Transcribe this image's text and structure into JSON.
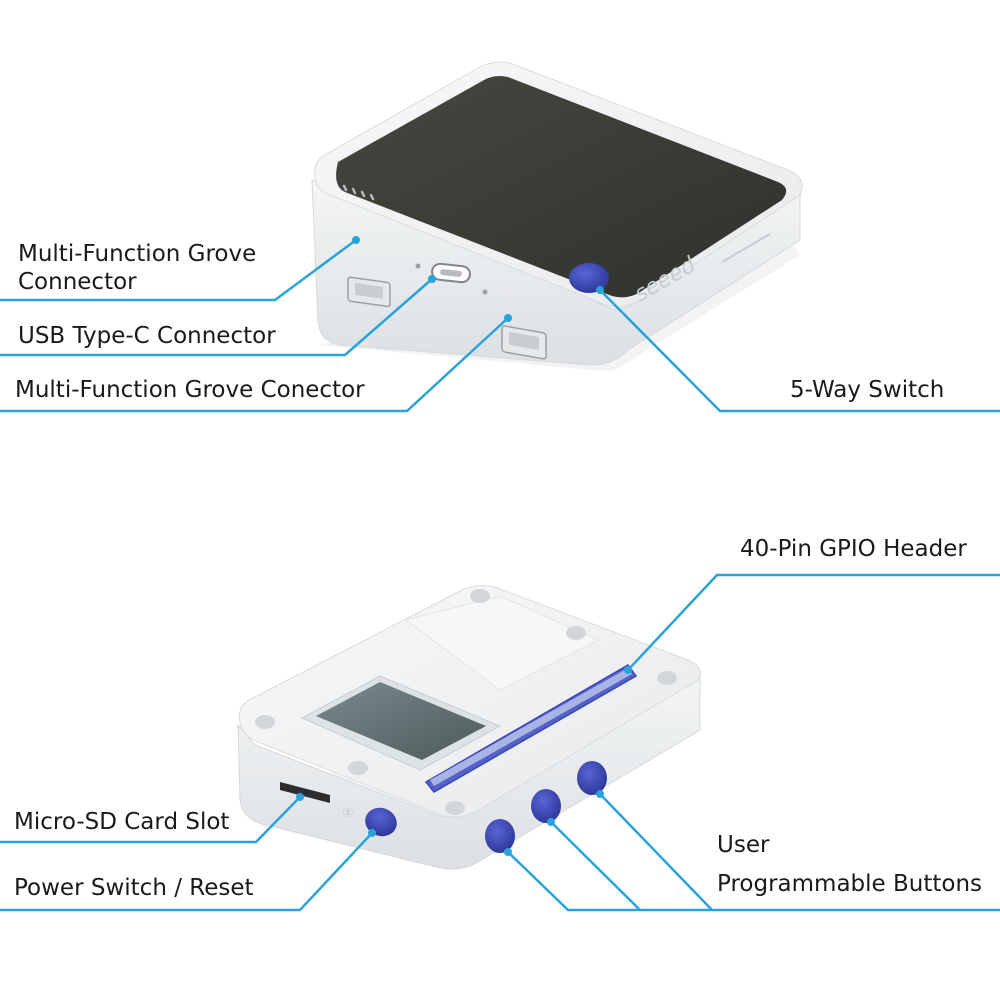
{
  "labels": {
    "grove_top": [
      "Multi-Function Grove",
      "Connector"
    ],
    "usb_c": "USB Type-C Connector",
    "grove_bottom": "Multi-Function Grove Conector",
    "five_way": "5-Way Switch",
    "gpio": "40-Pin GPIO Header",
    "micro_sd": "Micro-SD Card Slot",
    "power": "Power Switch / Reset",
    "user_buttons": [
      "User",
      "Programmable Buttons"
    ]
  },
  "brand_text": "seeed",
  "colors": {
    "leader_line": "#2aa3dd",
    "accent_button": "#3a47b8",
    "screen": "#3b3d38",
    "case": "#f1f3f4",
    "gpio_header": "#5562c6"
  }
}
